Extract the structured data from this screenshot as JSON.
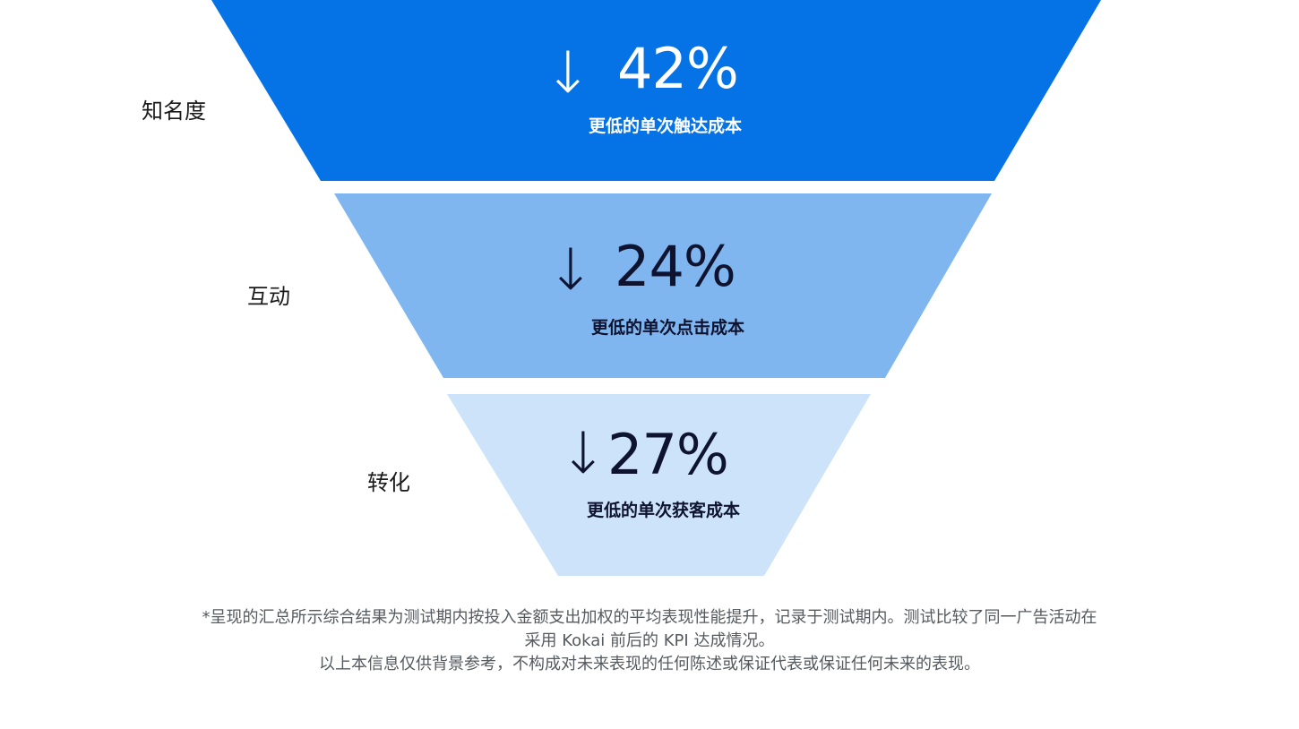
{
  "colors": {
    "stage1": "#0573E6",
    "stage2": "#80B6EF",
    "stage3": "#CDE3F9",
    "text_light": "#ffffff",
    "text_dark": "#0e1330",
    "footnote": "#555a5f"
  },
  "stages": [
    {
      "label": "知名度",
      "arrow": "↓",
      "percent": "42%",
      "caption": "更低的单次触达成本"
    },
    {
      "label": "互动",
      "arrow": "↓",
      "percent": "24%",
      "caption": "更低的单次点击成本"
    },
    {
      "label": "转化",
      "arrow": "↓",
      "percent": "27%",
      "caption": "更低的单次获客成本"
    }
  ],
  "footnote": {
    "line1": "*呈现的汇总所示综合结果为测试期内按投入金额支出加权的平均表现性能提升，记录于测试期内。测试比较了同一广告活动在",
    "line2": "采用 Kokai 前后的 KPI 达成情况。",
    "line3": "以上本信息仅供背景参考，不构成对未来表现的任何陈述或保证代表或保证任何未来的表现。"
  }
}
